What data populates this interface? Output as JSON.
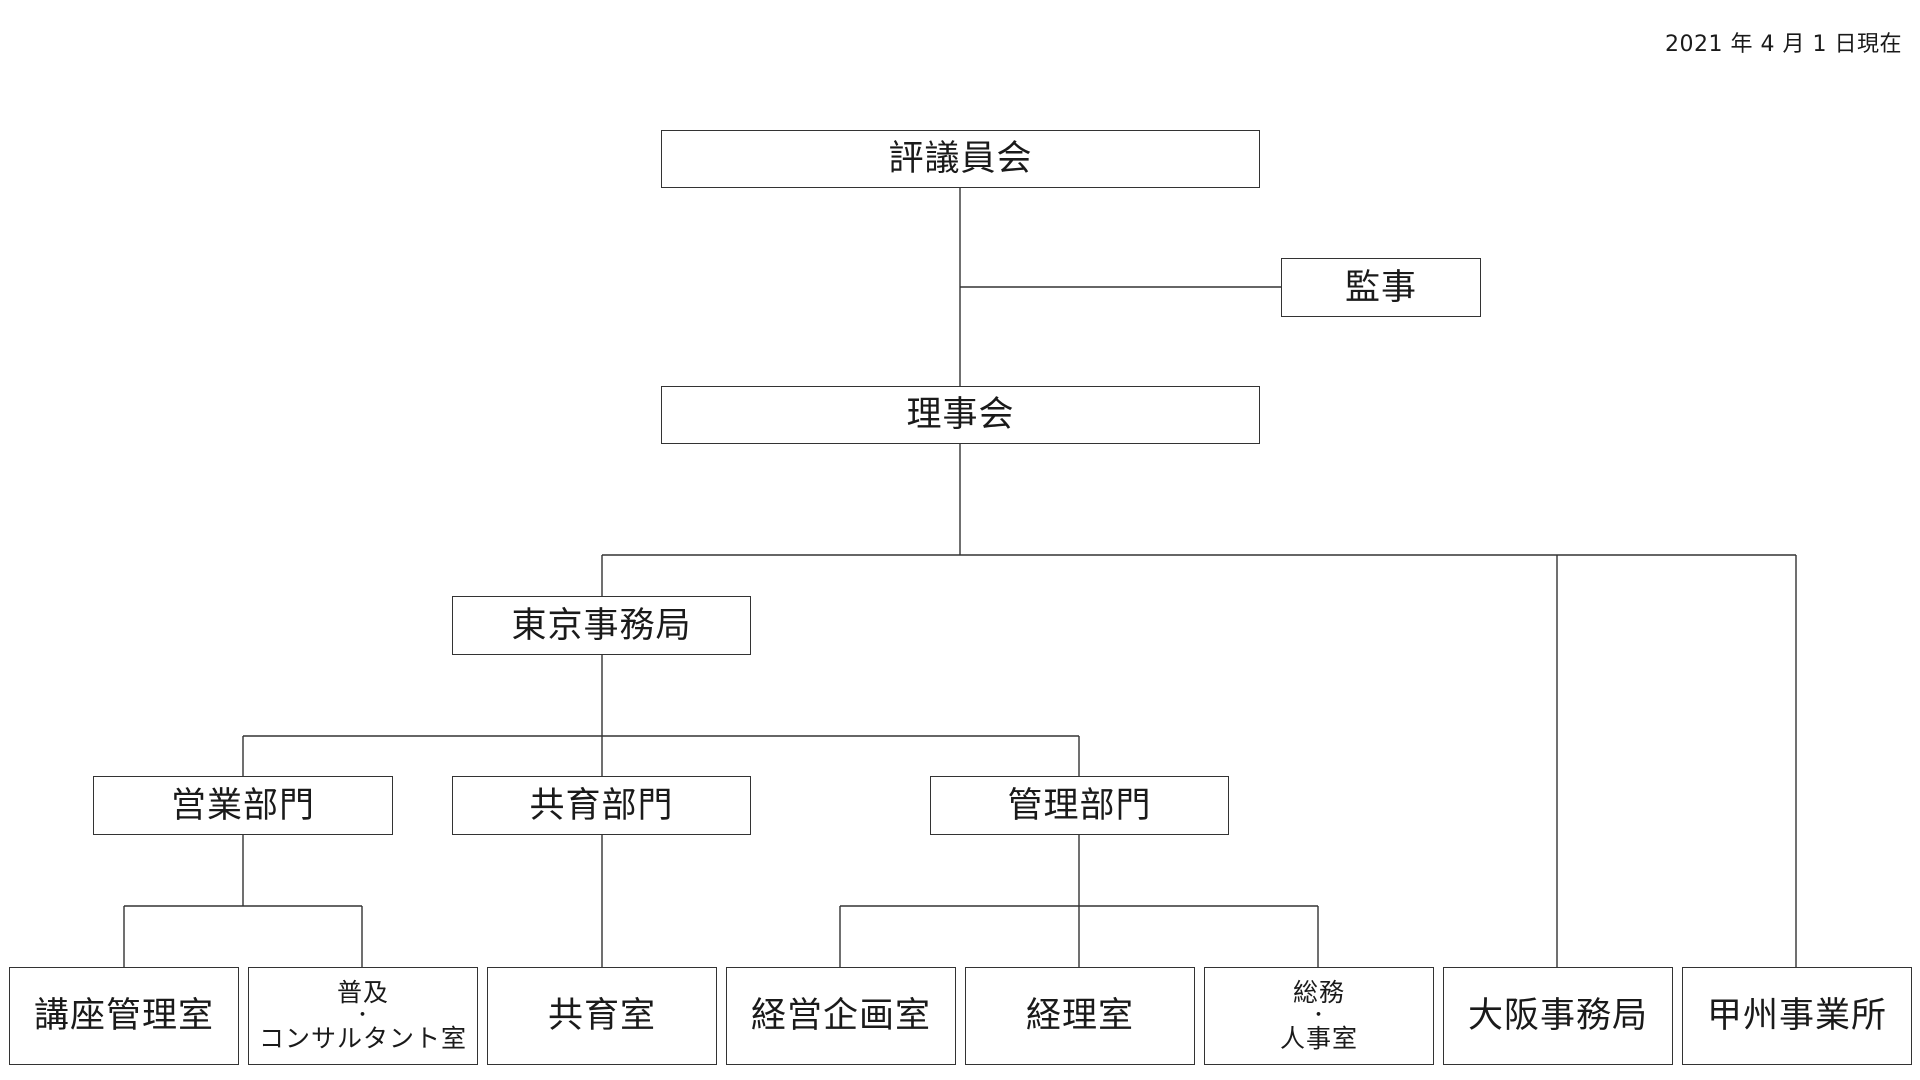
{
  "date_label": "2021 年 4 月 1 日現在",
  "nodes": {
    "council": "評議員会",
    "auditor": "監事",
    "board": "理事会",
    "tokyo": "東京事務局",
    "sales": "営業部門",
    "education": "共育部門",
    "management": "管理部門",
    "course_mgmt": "講座管理室",
    "fukyu_line1": "普及",
    "fukyu_dot": "・",
    "fukyu_line2": "コンサルタント室",
    "kyoiku_room": "共育室",
    "planning": "経営企画室",
    "accounting": "経理室",
    "general_line1": "総務",
    "general_dot": "・",
    "general_line2": "人事室",
    "osaka": "大阪事務局",
    "koshu": "甲州事業所"
  }
}
